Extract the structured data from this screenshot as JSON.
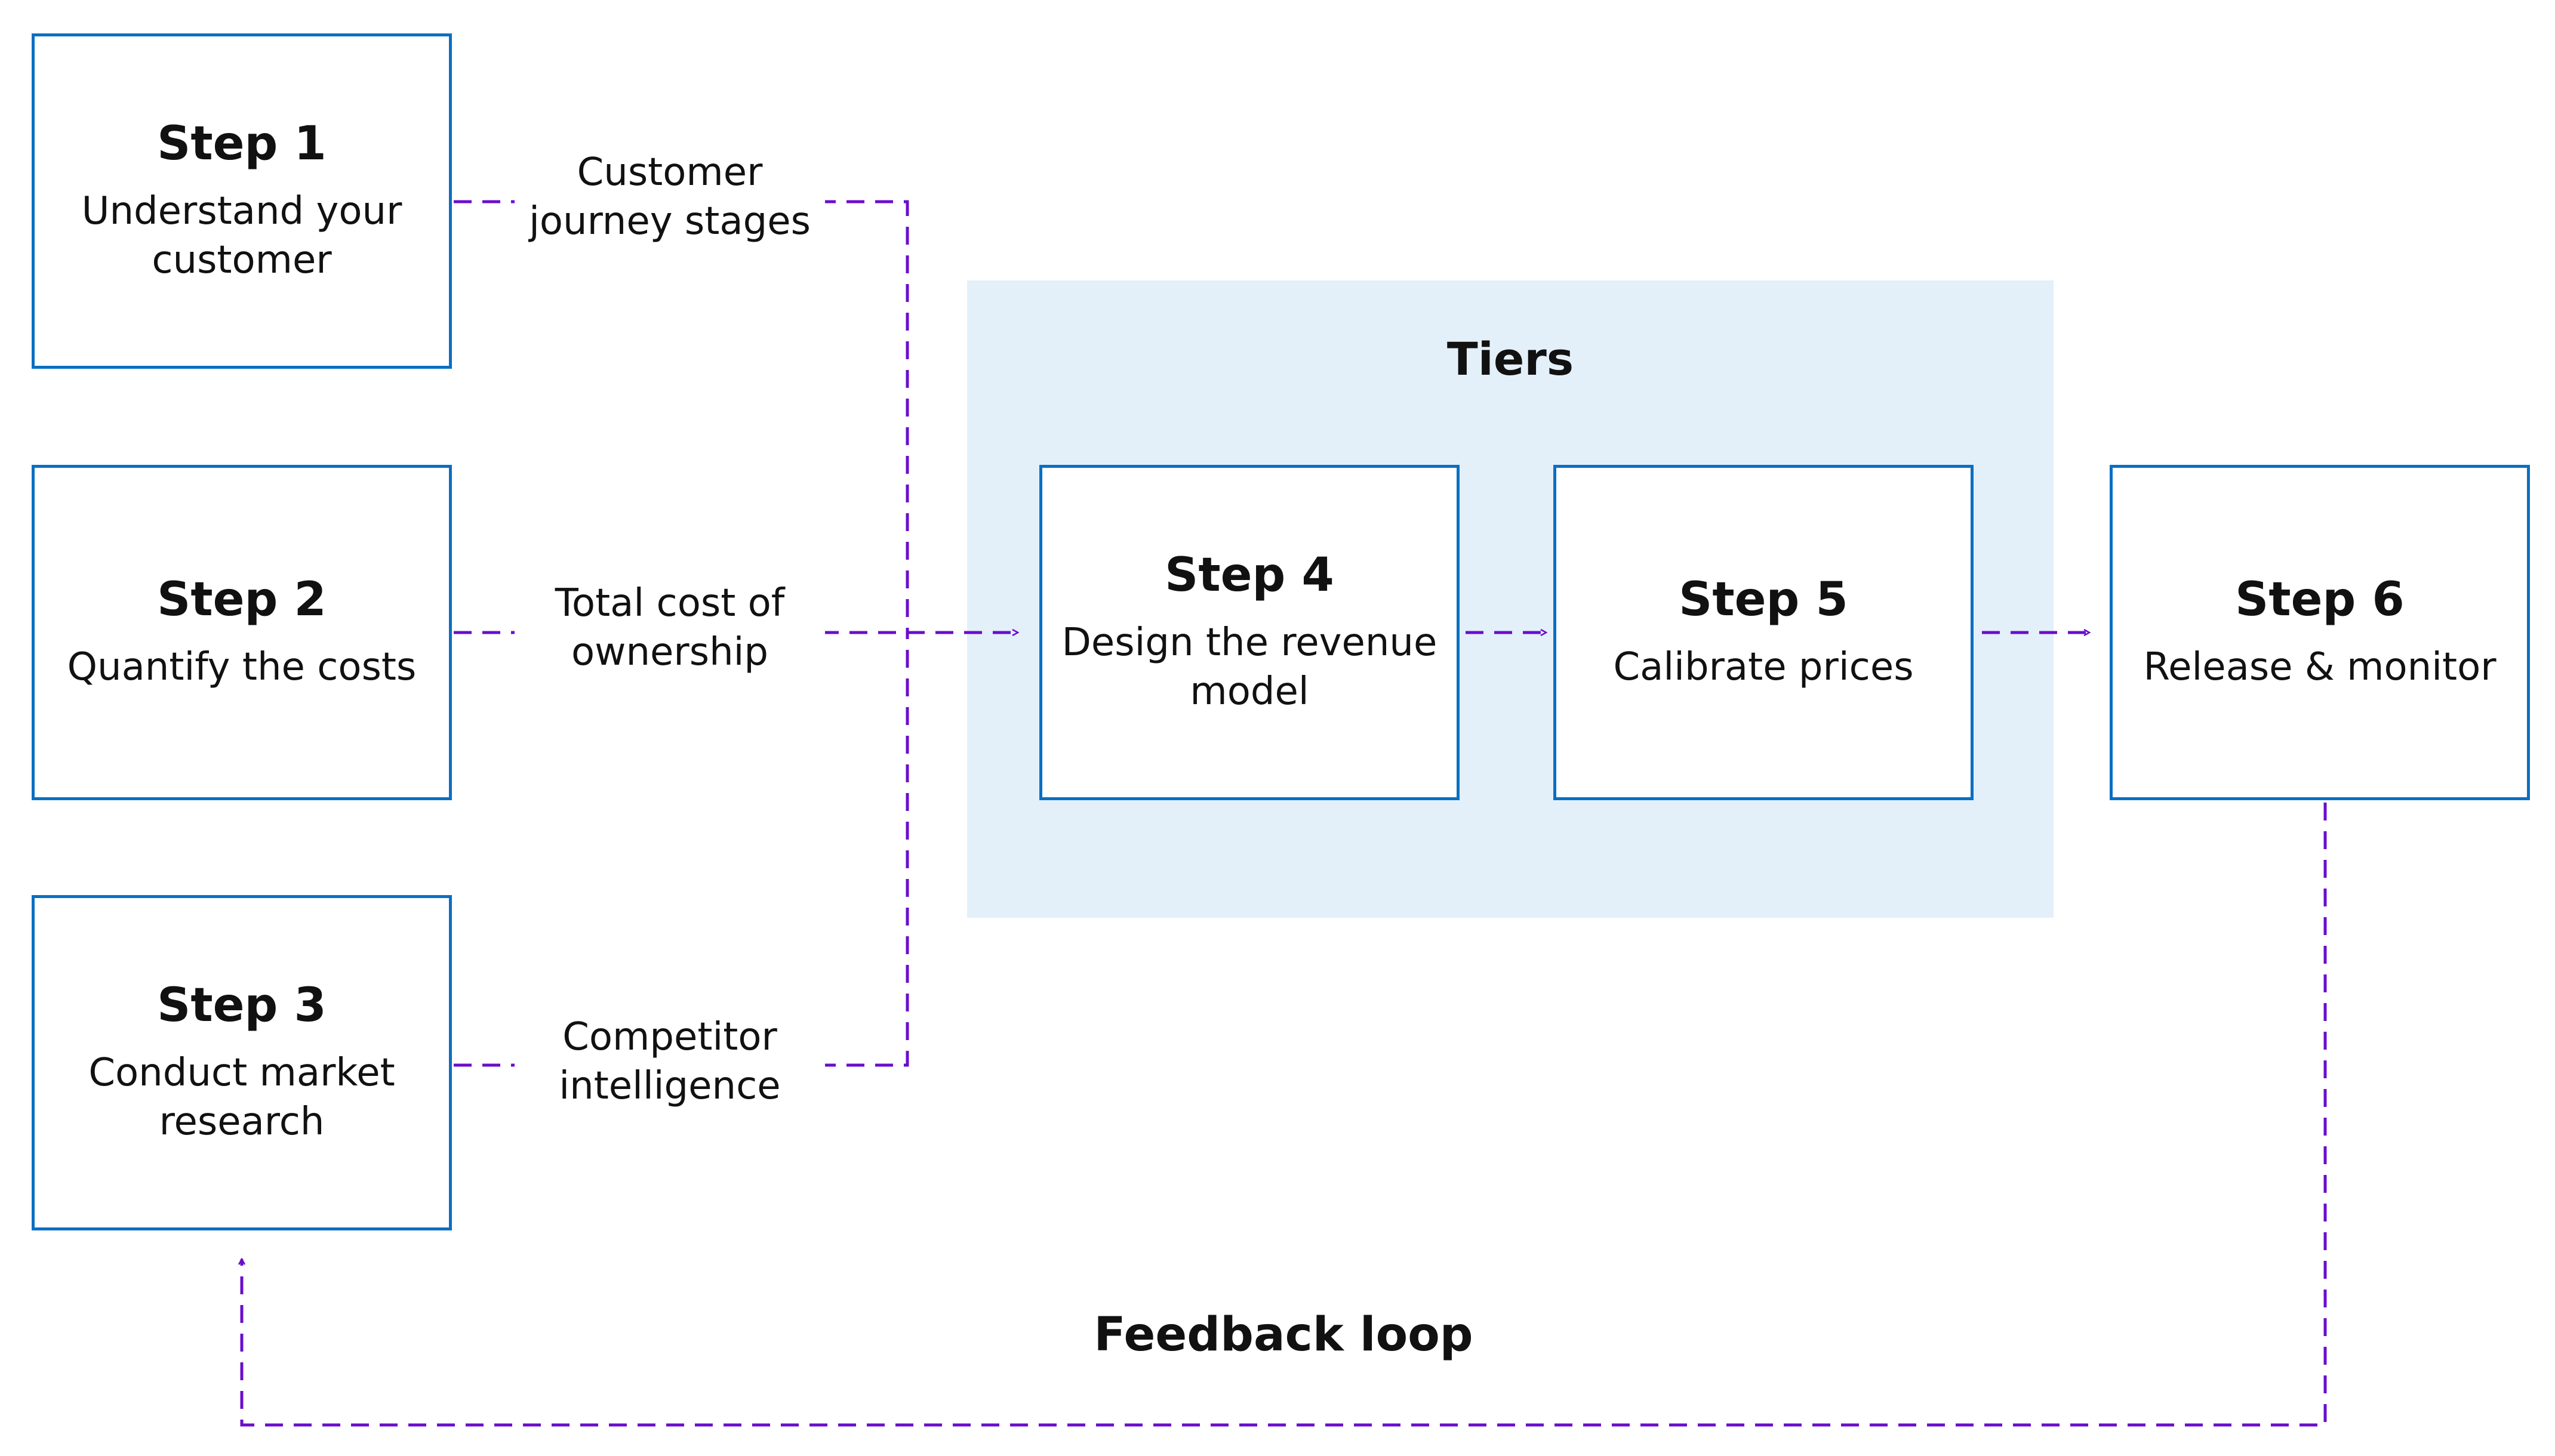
{
  "colors": {
    "box_border": "#0a6fc2",
    "connector": "#6a0dcc",
    "tiers_background": "#e3f0fa",
    "text": "#111111"
  },
  "tiers": {
    "title": "Tiers"
  },
  "steps": [
    {
      "title": "Step 1",
      "desc": "Understand your customer"
    },
    {
      "title": "Step 2",
      "desc": "Quantify the costs"
    },
    {
      "title": "Step 3",
      "desc": "Conduct market research"
    },
    {
      "title": "Step 4",
      "desc": "Design the revenue model"
    },
    {
      "title": "Step 5",
      "desc": "Calibrate prices"
    },
    {
      "title": "Step 6",
      "desc": "Release & monitor"
    }
  ],
  "connector_labels": {
    "customer_journey": "Customer journey stages",
    "total_cost": "Total cost of ownership",
    "competitor": "Competitor intelligence"
  },
  "feedback": {
    "label": "Feedback loop"
  }
}
